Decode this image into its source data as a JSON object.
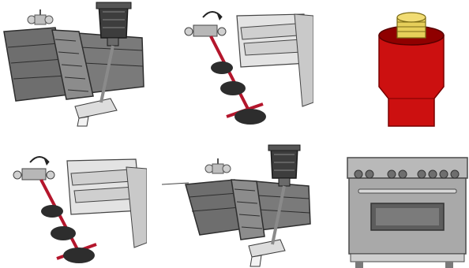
{
  "figure": {
    "panels": [
      {
        "id": "p1",
        "depicts": "drill-threading-gas-fitting"
      },
      {
        "id": "p2",
        "depicts": "pipe-wrench-tightening-fitting"
      },
      {
        "id": "p3",
        "depicts": "capped-gas-pipe"
      },
      {
        "id": "p4",
        "depicts": "pipe-wrench-tightening-fitting"
      },
      {
        "id": "p5",
        "depicts": "drill-threading-gas-fitting"
      },
      {
        "id": "p6",
        "depicts": "gas-range-oven"
      }
    ]
  },
  "colors": {
    "wrench_red": "#b4162c",
    "pipe_red": "#cc1010",
    "cap_yellow": "#e6cf5a",
    "drill_dark": "#3d3d3d",
    "roof_gray": "#6e6e6e",
    "steel": "#a9a9a9"
  }
}
